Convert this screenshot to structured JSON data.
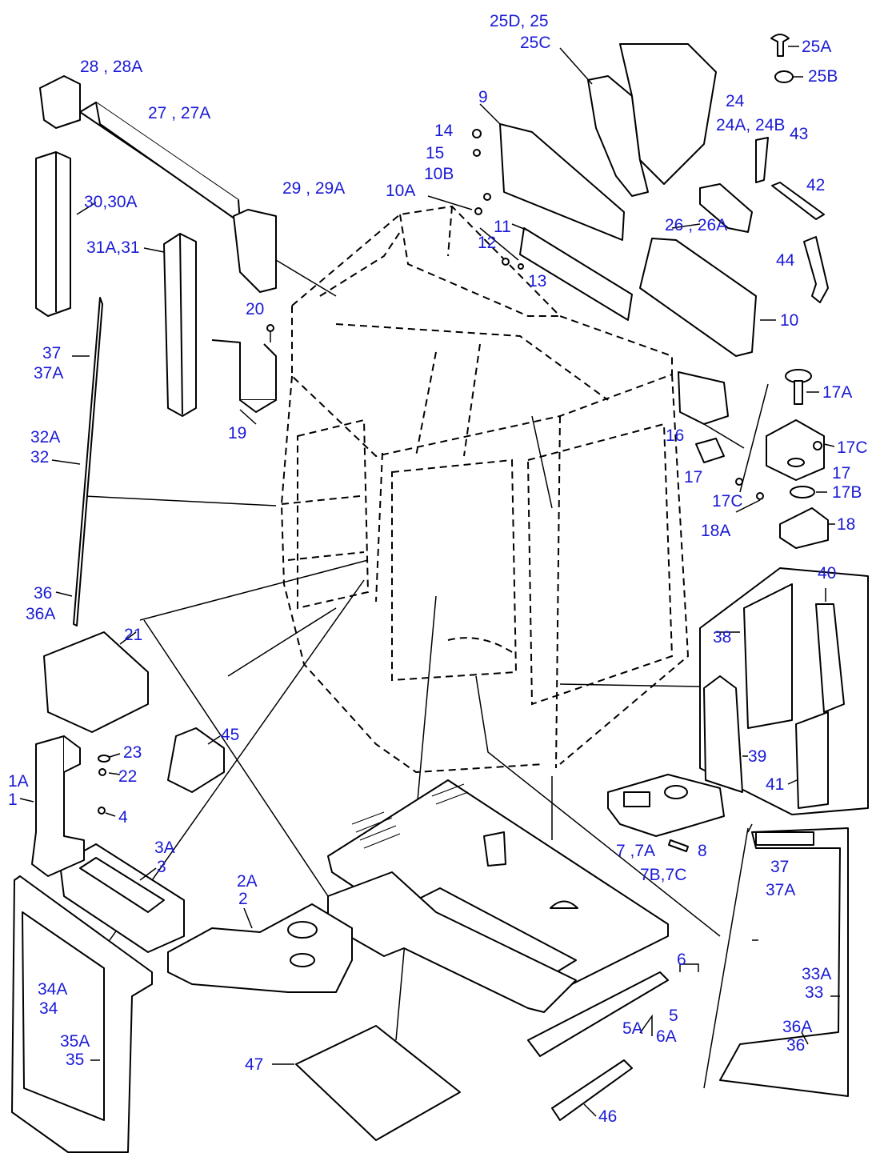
{
  "diagram": {
    "labels": [
      {
        "id": "25D_25",
        "text": "25D, 25"
      },
      {
        "id": "25C",
        "text": "25C"
      },
      {
        "id": "25A",
        "text": "25A"
      },
      {
        "id": "25B",
        "text": "25B"
      },
      {
        "id": "28_28A",
        "text": "28 , 28A"
      },
      {
        "id": "27_27A",
        "text": "27 , 27A"
      },
      {
        "id": "9",
        "text": "9"
      },
      {
        "id": "24",
        "text": "24"
      },
      {
        "id": "24A_24B",
        "text": "24A, 24B"
      },
      {
        "id": "43",
        "text": "43"
      },
      {
        "id": "14",
        "text": "14"
      },
      {
        "id": "15",
        "text": "15"
      },
      {
        "id": "10B",
        "text": "10B"
      },
      {
        "id": "10A",
        "text": "10A"
      },
      {
        "id": "30_30A",
        "text": "30,30A"
      },
      {
        "id": "29_29A",
        "text": "29 , 29A"
      },
      {
        "id": "42",
        "text": "42"
      },
      {
        "id": "11",
        "text": "11"
      },
      {
        "id": "26_26A",
        "text": "26 , 26A"
      },
      {
        "id": "31A_31",
        "text": "31A,31"
      },
      {
        "id": "12",
        "text": "12"
      },
      {
        "id": "13",
        "text": "13"
      },
      {
        "id": "44",
        "text": "44"
      },
      {
        "id": "20",
        "text": "20"
      },
      {
        "id": "10",
        "text": "10"
      },
      {
        "id": "37_top",
        "text": "37"
      },
      {
        "id": "37A_top",
        "text": "37A"
      },
      {
        "id": "17A",
        "text": "17A"
      },
      {
        "id": "19",
        "text": "19"
      },
      {
        "id": "16",
        "text": "16"
      },
      {
        "id": "32A",
        "text": "32A"
      },
      {
        "id": "32",
        "text": "32"
      },
      {
        "id": "17C_r",
        "text": "17C"
      },
      {
        "id": "17_a",
        "text": "17"
      },
      {
        "id": "17_b",
        "text": "17"
      },
      {
        "id": "17B",
        "text": "17B"
      },
      {
        "id": "17C_l",
        "text": "17C"
      },
      {
        "id": "18A",
        "text": "18A"
      },
      {
        "id": "18",
        "text": "18"
      },
      {
        "id": "40",
        "text": "40"
      },
      {
        "id": "36_top",
        "text": "36"
      },
      {
        "id": "36A_top",
        "text": "36A"
      },
      {
        "id": "21",
        "text": "21"
      },
      {
        "id": "38",
        "text": "38"
      },
      {
        "id": "45",
        "text": "45"
      },
      {
        "id": "23",
        "text": "23"
      },
      {
        "id": "22",
        "text": "22"
      },
      {
        "id": "39",
        "text": "39"
      },
      {
        "id": "1A",
        "text": "1A"
      },
      {
        "id": "1",
        "text": "1"
      },
      {
        "id": "41",
        "text": "41"
      },
      {
        "id": "4",
        "text": "4"
      },
      {
        "id": "3A",
        "text": "3A"
      },
      {
        "id": "3",
        "text": "3"
      },
      {
        "id": "7_7A",
        "text": "7 ,7A"
      },
      {
        "id": "8",
        "text": "8"
      },
      {
        "id": "7B_7C",
        "text": "7B,7C"
      },
      {
        "id": "37_bot",
        "text": "37"
      },
      {
        "id": "37A_bot",
        "text": "37A"
      },
      {
        "id": "2A",
        "text": "2A"
      },
      {
        "id": "2",
        "text": "2"
      },
      {
        "id": "6",
        "text": "6"
      },
      {
        "id": "33A",
        "text": "33A"
      },
      {
        "id": "33",
        "text": "33"
      },
      {
        "id": "34A",
        "text": "34A"
      },
      {
        "id": "34",
        "text": "34"
      },
      {
        "id": "5",
        "text": "5"
      },
      {
        "id": "5A",
        "text": "5A"
      },
      {
        "id": "6A",
        "text": "6A"
      },
      {
        "id": "36A_bot",
        "text": "36A"
      },
      {
        "id": "35A",
        "text": "35A"
      },
      {
        "id": "36_bot",
        "text": "36"
      },
      {
        "id": "35",
        "text": "35"
      },
      {
        "id": "47",
        "text": "47"
      },
      {
        "id": "46",
        "text": "46"
      }
    ]
  }
}
